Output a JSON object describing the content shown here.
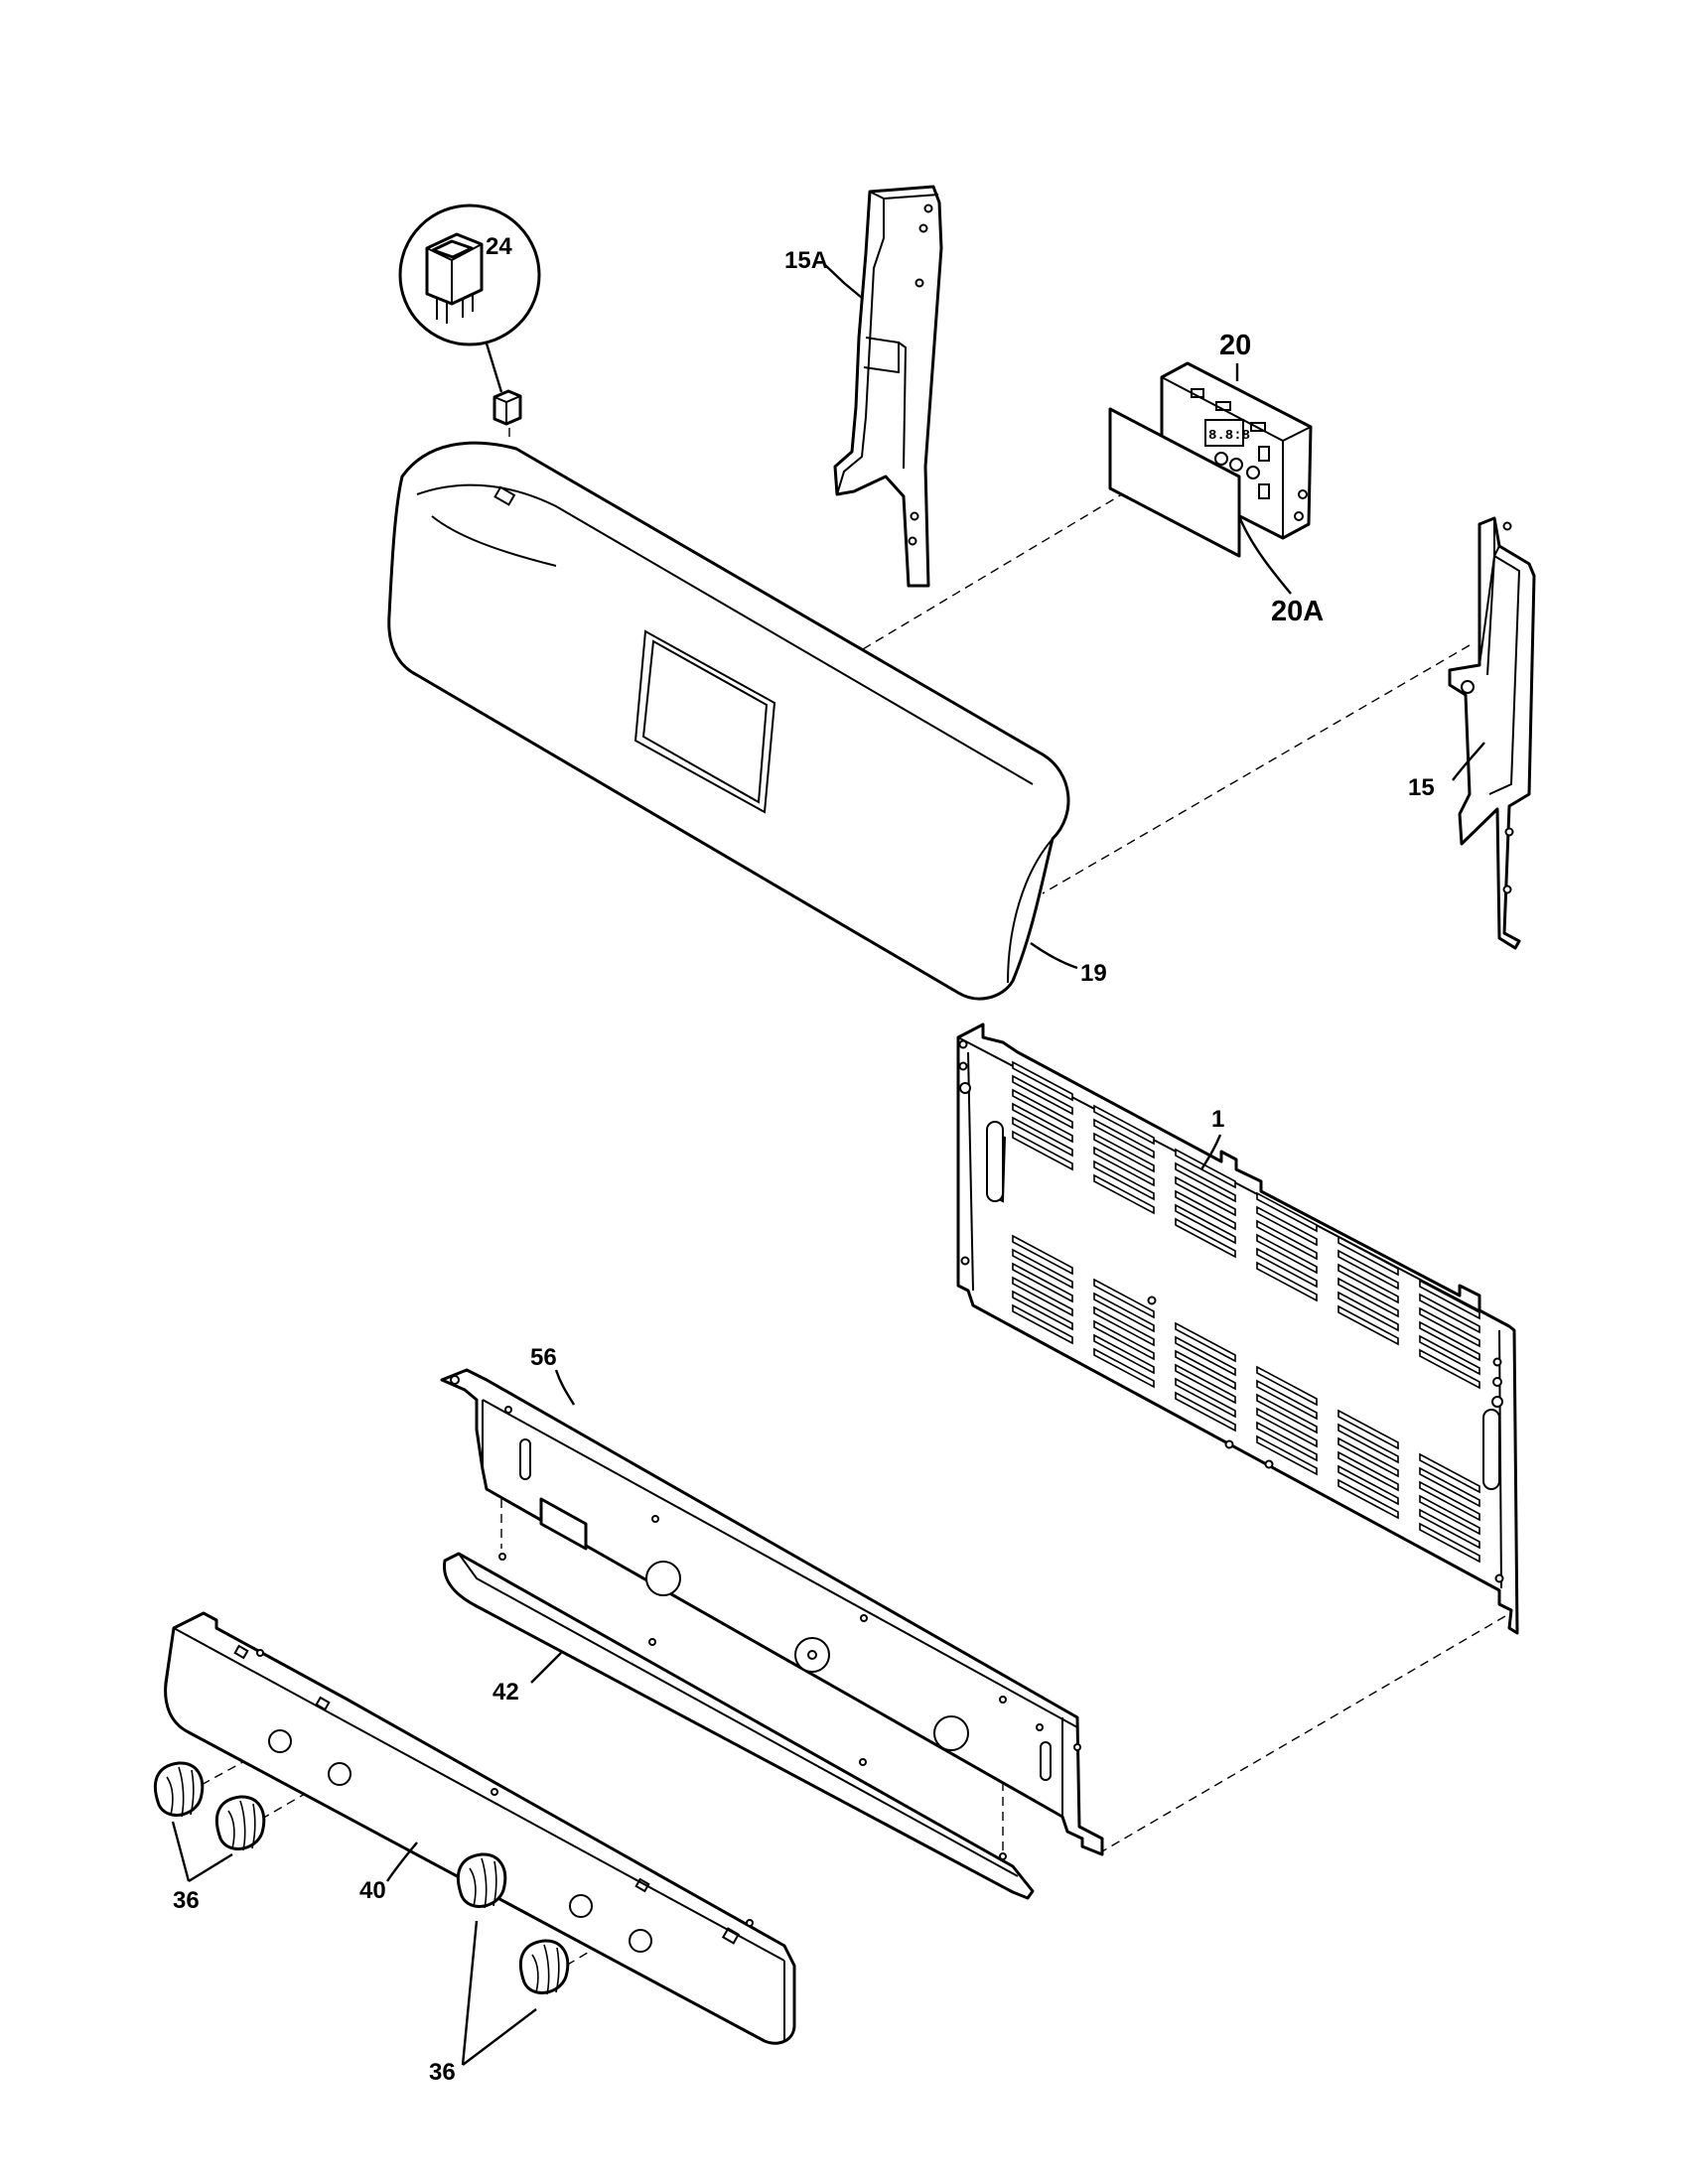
{
  "callouts": {
    "p24": "24",
    "p15A": "15A",
    "p20": "20",
    "p20A": "20A",
    "p15": "15",
    "p19": "19",
    "p1": "1",
    "p56": "56",
    "p42": "42",
    "p40": "40",
    "p36a": "36",
    "p36b": "36"
  }
}
